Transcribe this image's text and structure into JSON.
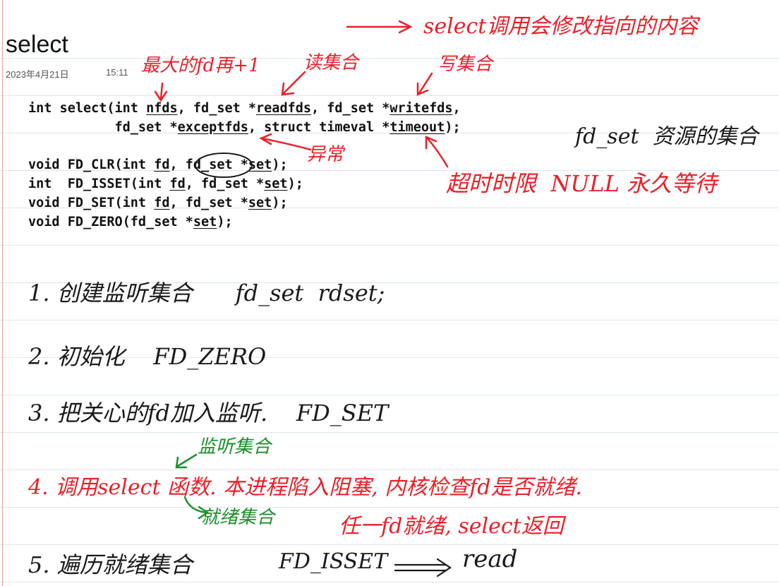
{
  "page": {
    "title": "select",
    "date": "2023年4月21日",
    "time": "15:11"
  },
  "code": {
    "line1": [
      {
        "t": "int select(int ",
        "u": false
      },
      {
        "t": "nfds",
        "u": true
      },
      {
        "t": ", fd_set *",
        "u": false
      },
      {
        "t": "readfds",
        "u": true
      },
      {
        "t": ", fd_set *",
        "u": false
      },
      {
        "t": "writefds",
        "u": true
      },
      {
        "t": ",",
        "u": false
      }
    ],
    "line2": [
      {
        "t": "           fd_set *",
        "u": false
      },
      {
        "t": "exceptfds",
        "u": true
      },
      {
        "t": ", struct timeval *",
        "u": false
      },
      {
        "t": "timeout",
        "u": true
      },
      {
        "t": ");",
        "u": false
      }
    ],
    "line3": [
      {
        "t": "void FD_CLR(int ",
        "u": false
      },
      {
        "t": "fd",
        "u": true
      },
      {
        "t": ", fd_set *",
        "u": false
      },
      {
        "t": "set",
        "u": true
      },
      {
        "t": ");",
        "u": false
      }
    ],
    "line4": [
      {
        "t": "int  FD_ISSET(int ",
        "u": false
      },
      {
        "t": "fd",
        "u": true
      },
      {
        "t": ", fd_set *",
        "u": false
      },
      {
        "t": "set",
        "u": true
      },
      {
        "t": ");",
        "u": false
      }
    ],
    "line5": [
      {
        "t": "void FD_SET(int ",
        "u": false
      },
      {
        "t": "fd",
        "u": true
      },
      {
        "t": ", fd_set *",
        "u": false
      },
      {
        "t": "set",
        "u": true
      },
      {
        "t": ");",
        "u": false
      }
    ],
    "line6": [
      {
        "t": "void FD_ZERO(fd_set *",
        "u": false
      },
      {
        "t": "set",
        "u": true
      },
      {
        "t": ");",
        "u": false
      }
    ]
  },
  "annotations": {
    "modify_note": "select调用会修改指向的内容",
    "nfds_note": "最大的fd再+1",
    "readfds_note": "读集合",
    "writefds_note": "写集合",
    "fdset_note": "fd_set  资源的集合",
    "except_note": "异常",
    "timeout_note": "超时时限  NULL 永久等待"
  },
  "steps": {
    "s1": "1. 创建监听集合      fd_set  rdset;",
    "s2": "2. 初始化    FD_ZERO",
    "s3": "3. 把关心的fd加入监听.    FD_SET",
    "s4_green_above": "监听集合",
    "s4": "4. 调用select 函数. 本进程陷入阻塞, 内核检查fd是否就绪.",
    "s4_green_below": "就绪集合",
    "s4_cont": "任一fd就绪, select返回",
    "s5": "5. 遍历就绪集合",
    "s5_code": "FD_ISSET",
    "s5_read": "read"
  }
}
